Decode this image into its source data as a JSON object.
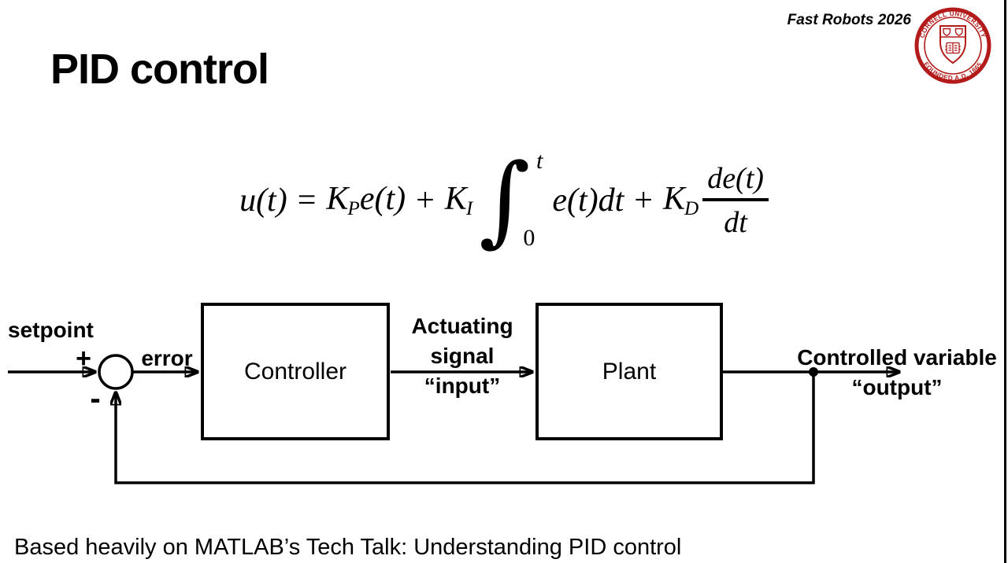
{
  "header": {
    "course_label": "Fast Robots 2026"
  },
  "seal": {
    "top_text": "CORNELL UNIVERSITY",
    "bottom_text": "FOUNDED A.D. 1865",
    "color": "#b31b1b"
  },
  "title": "PID control",
  "formula": {
    "lhs": "u(t)",
    "equals": "=",
    "kP": {
      "base": "K",
      "sub": "P",
      "arg": "e(t)"
    },
    "plus1": "+",
    "kI": {
      "base": "K",
      "sub": "I"
    },
    "integral": {
      "symbol": "∫",
      "upper_limit": "t",
      "lower_limit": "0",
      "integrand": "e(t)dt"
    },
    "plus2": "+",
    "kD": {
      "base": "K",
      "sub": "D"
    },
    "fraction": {
      "numerator": "de(t)",
      "denominator": "dt"
    }
  },
  "diagram": {
    "setpoint_label": "setpoint",
    "plus_sign": "+",
    "minus_sign": "-",
    "error_label": "error",
    "controller_label": "Controller",
    "actuating_label": {
      "line1": "Actuating",
      "line2": "signal",
      "line3": "“input”"
    },
    "plant_label": "Plant",
    "output_label": {
      "line1": "Controlled variable",
      "line2": "“output”"
    }
  },
  "footer": {
    "credit": "Based heavily on MATLAB’s Tech Talk: Understanding PID control"
  },
  "colors": {
    "ink": "#000000",
    "background": "#ffffff",
    "seal_red": "#b31b1b"
  }
}
